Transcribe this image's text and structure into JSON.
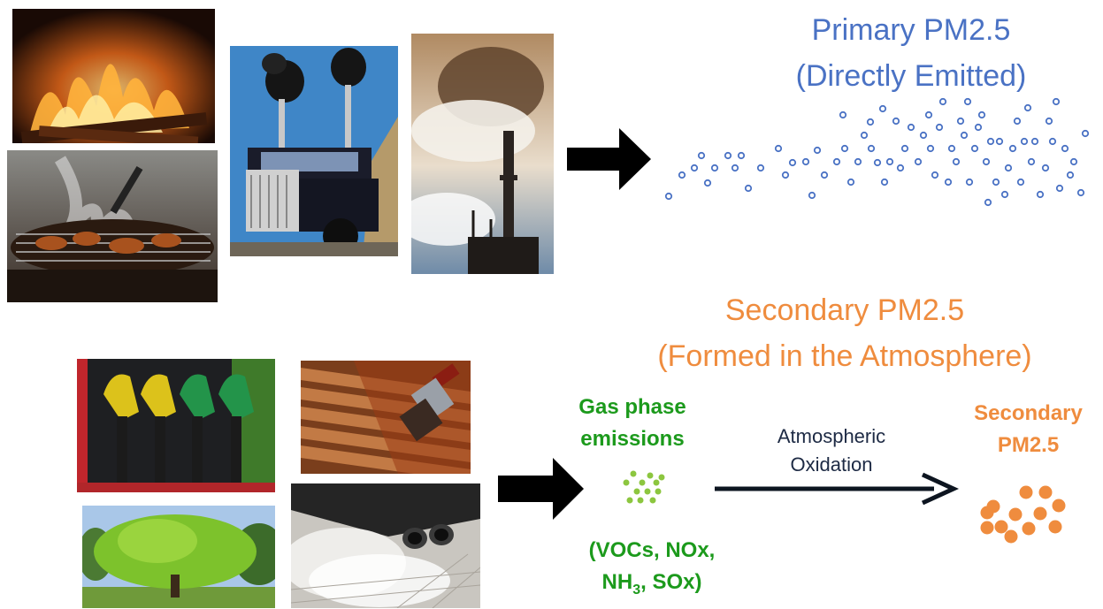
{
  "primary": {
    "title_line1": "Primary PM2.5",
    "title_line2": "(Directly Emitted)",
    "particle_color": "#4a72c4"
  },
  "secondary": {
    "title_line1": "Secondary PM2.5",
    "title_line2": "(Formed in the Atmosphere)",
    "title_color": "#ef8c3e"
  },
  "gas_phase": {
    "label_line1": "Gas phase",
    "label_line2": "emissions",
    "species_prefix": "(VOCs, NOx,",
    "species_nh": "NH",
    "species_sub": "3",
    "species_suffix": ", SOx)",
    "dot_color": "#8cc63f",
    "text_color": "#1c9a1c"
  },
  "process": {
    "label_line1": "Atmospheric",
    "label_line2": "Oxidation",
    "arrow_color": "#0d1520"
  },
  "secondary_pm": {
    "label_line1": "Secondary",
    "label_line2": "PM2.5",
    "dot_color": "#ef8c3e"
  },
  "photos": {
    "fire": "fireplace-photo",
    "grill": "grill-smoke-photo",
    "truck": "diesel-truck-photo",
    "smokestack": "industrial-smokestack-photo",
    "fuel": "fuel-pump-nozzles-photo",
    "paint": "wood-staining-brush-photo",
    "tree": "tree-photo",
    "exhaust": "car-exhaust-photo"
  }
}
